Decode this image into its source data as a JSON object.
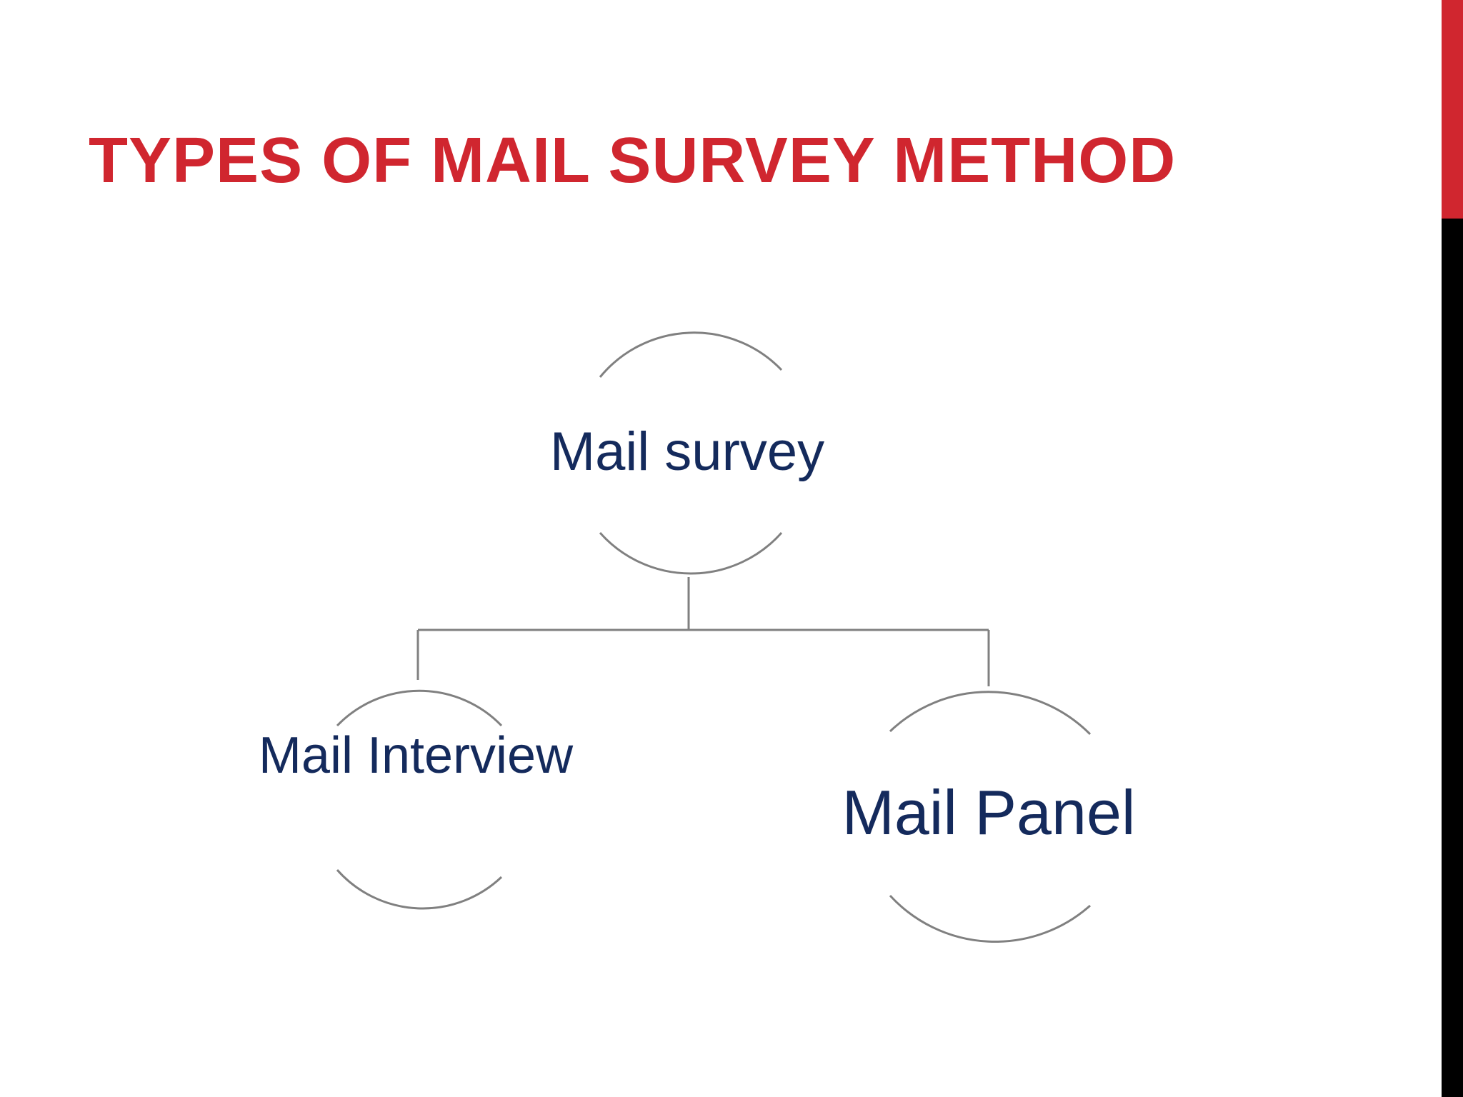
{
  "slide": {
    "title": "TYPES OF MAIL SURVEY METHOD"
  },
  "colors": {
    "title": "#d0262f",
    "edge_bar_top": "#d0262f",
    "edge_bar_bottom": "#000000",
    "node_text": "#142a5c",
    "connector": "#808080",
    "background": "#ffffff"
  },
  "diagram": {
    "root": {
      "label": "Mail survey"
    },
    "children": [
      {
        "label": "Mail Interview"
      },
      {
        "label": "Mail Panel"
      }
    ]
  }
}
